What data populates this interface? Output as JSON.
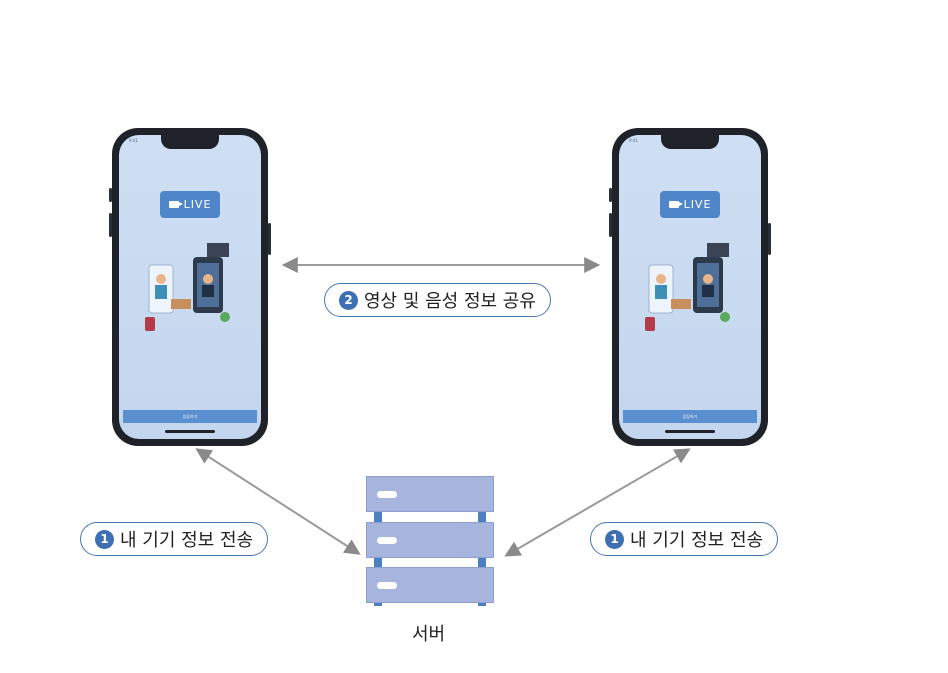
{
  "phones": [
    {
      "status_left": "9:41",
      "live_label": "LIVE",
      "bottom_button": "입장하기"
    },
    {
      "status_left": "9:41",
      "live_label": "LIVE",
      "bottom_button": "입장하기"
    }
  ],
  "labels": {
    "share": {
      "number": "2",
      "text": "영상 및 음성 정보 공유"
    },
    "send_left": {
      "number": "1",
      "text": "내 기기 정보 전송"
    },
    "send_right": {
      "number": "1",
      "text": "내 기기 정보 전송"
    }
  },
  "server": {
    "caption": "서버"
  },
  "colors": {
    "accent": "#3f6fb3",
    "server": "#a7b5de",
    "arrow": "#9a9a9a"
  }
}
